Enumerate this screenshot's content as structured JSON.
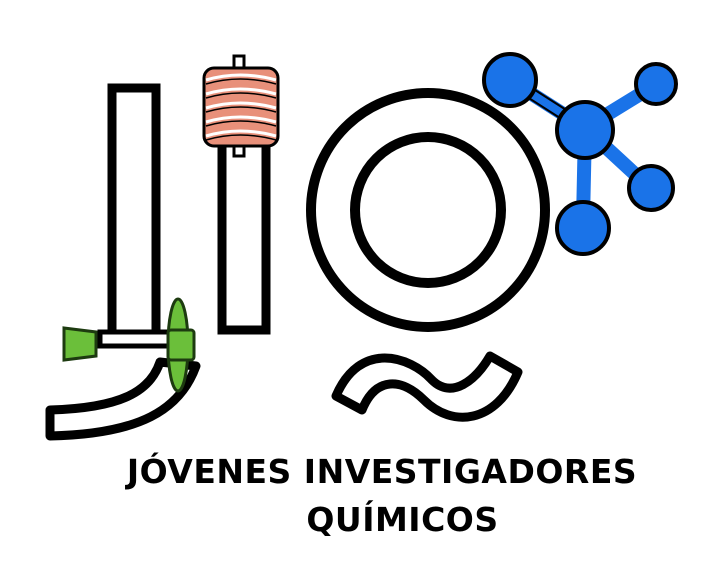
{
  "brand": {
    "name_line_1": "JÓVENES INVESTIGADORES",
    "name_line_2": "QUÍMICOS",
    "monogram": "JIQ"
  },
  "colors": {
    "outline": "#000000",
    "background": "#ffffff",
    "molecule_blue": "#1a73e8",
    "coil_copper": "#e8907a",
    "valve_green": "#6bbf3a"
  },
  "icons": {
    "letter_j": "glass-tube-j-icon",
    "letter_i": "condenser-tube-i-icon",
    "letter_q": "ring-q-icon",
    "coil": "copper-coil-icon",
    "valve": "stopcock-valve-icon",
    "molecule": "molecule-icon"
  }
}
